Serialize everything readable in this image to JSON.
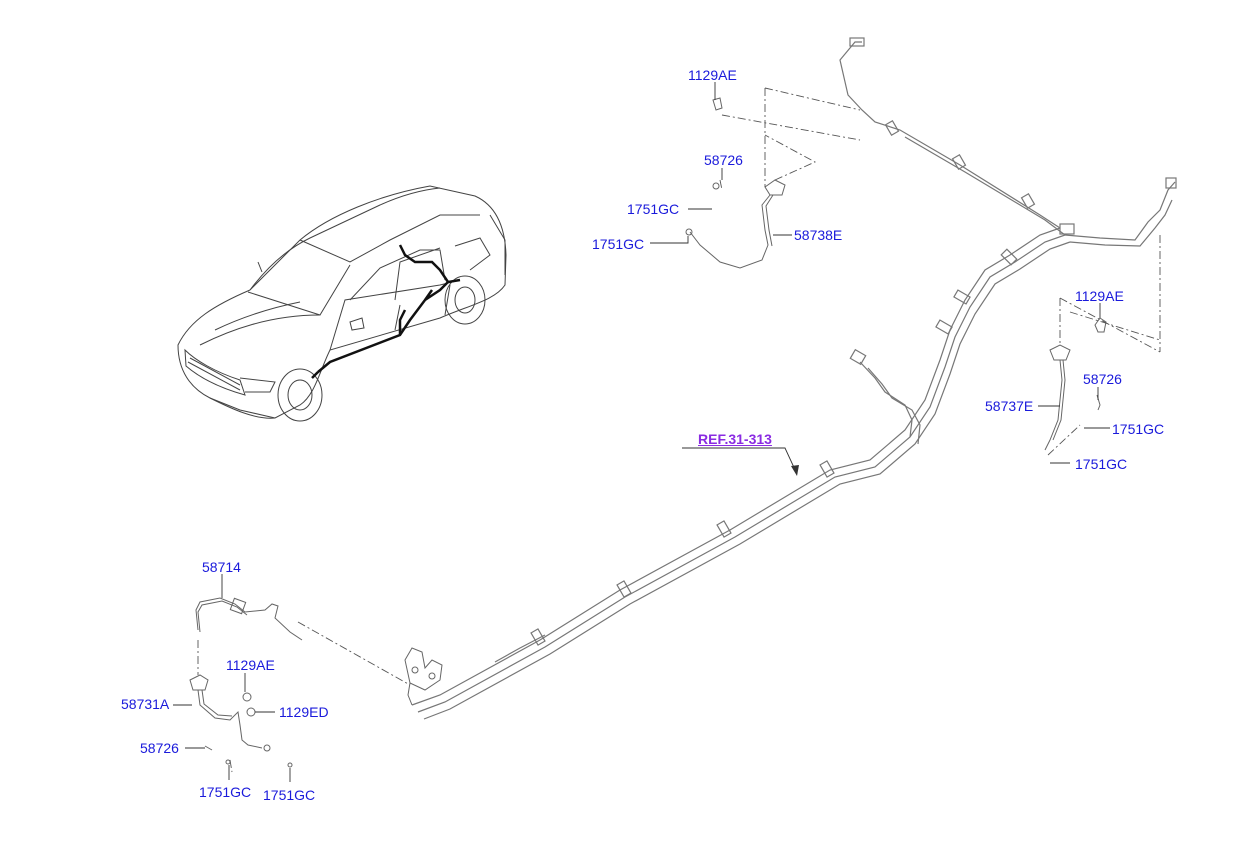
{
  "ref_link": "REF.31-313",
  "labels": {
    "top_1129AE": "1129AE",
    "top_58726": "58726",
    "top_1751GC_a": "1751GC",
    "top_1751GC_b": "1751GC",
    "top_58738E": "58738E",
    "right_1129AE": "1129AE",
    "right_58726": "58726",
    "right_58737E": "58737E",
    "right_1751GC_a": "1751GC",
    "right_1751GC_b": "1751GC",
    "front_58714": "58714",
    "front_1129AE": "1129AE",
    "front_58731A": "58731A",
    "front_1129ED": "1129ED",
    "front_58726": "58726",
    "front_1751GC_a": "1751GC",
    "front_1751GC_b": "1751GC"
  },
  "colors": {
    "label": "#1a1adb",
    "ref": "#8a2be2",
    "line": "#555555",
    "harness": "#111111"
  }
}
